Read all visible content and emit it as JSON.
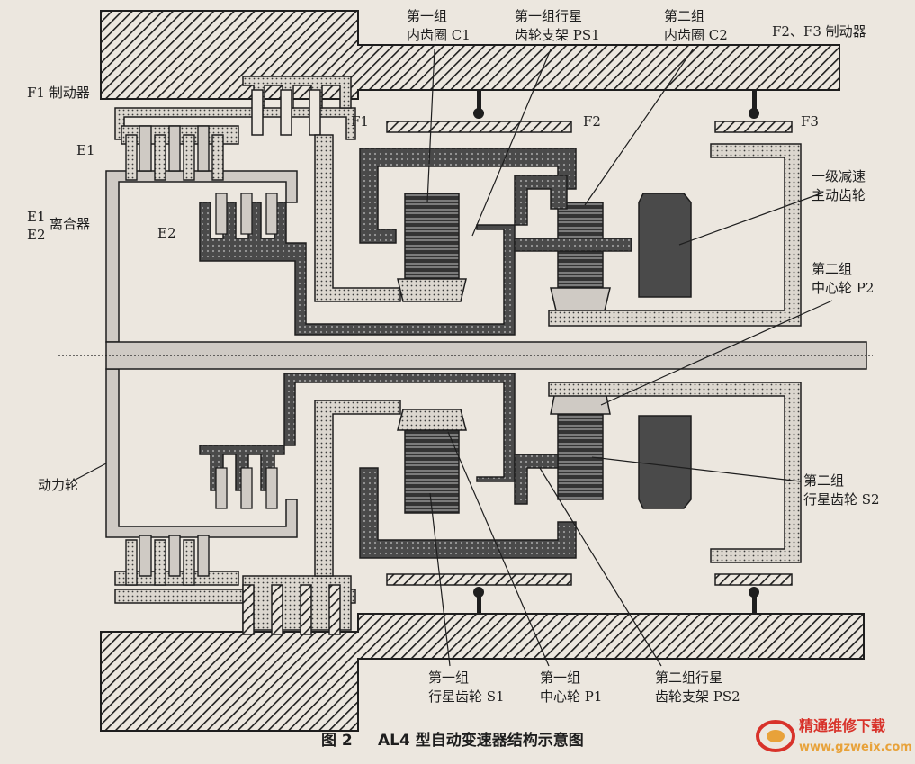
{
  "labels": {
    "c1": [
      "第一组",
      "内齿圈 C1"
    ],
    "ps1": [
      "第一组行星",
      "齿轮支架 PS1"
    ],
    "c2": [
      "第二组",
      "内齿圈 C2"
    ],
    "f2f3_brake": "F2、F3 制动器",
    "f1_brake": "F1 制动器",
    "f1": "F1",
    "f2": "F2",
    "f3": "F3",
    "e1": "E1",
    "e1e2_clutch": [
      "E1",
      "离合器",
      "E2"
    ],
    "e2": "E2",
    "reduction_gear": [
      "一级减速",
      "主动齿轮"
    ],
    "p2": [
      "第二组",
      "中心轮 P2"
    ],
    "turbine": "动力轮",
    "s2": [
      "第二组",
      "行星齿轮 S2"
    ],
    "s1": [
      "第一组",
      "行星齿轮 S1"
    ],
    "p1": [
      "第一组",
      "中心轮 P1"
    ],
    "ps2": [
      "第二组行星",
      "齿轮支架 PS2"
    ]
  },
  "caption": {
    "figure_no": "图 2",
    "title": "AL4 型自动变速器结构示意图"
  },
  "watermark": {
    "name": "精通维修下载",
    "url": "www.gzweix.com"
  },
  "colors": {
    "paper": "#ece7df",
    "ink": "#1e1e1e",
    "dark_part": "#4a4a4a",
    "light_part": "#cfcac4",
    "dotted_part": "#dcd7cf",
    "watermark_red": "#d8322a",
    "watermark_orange": "#e8a23a"
  }
}
